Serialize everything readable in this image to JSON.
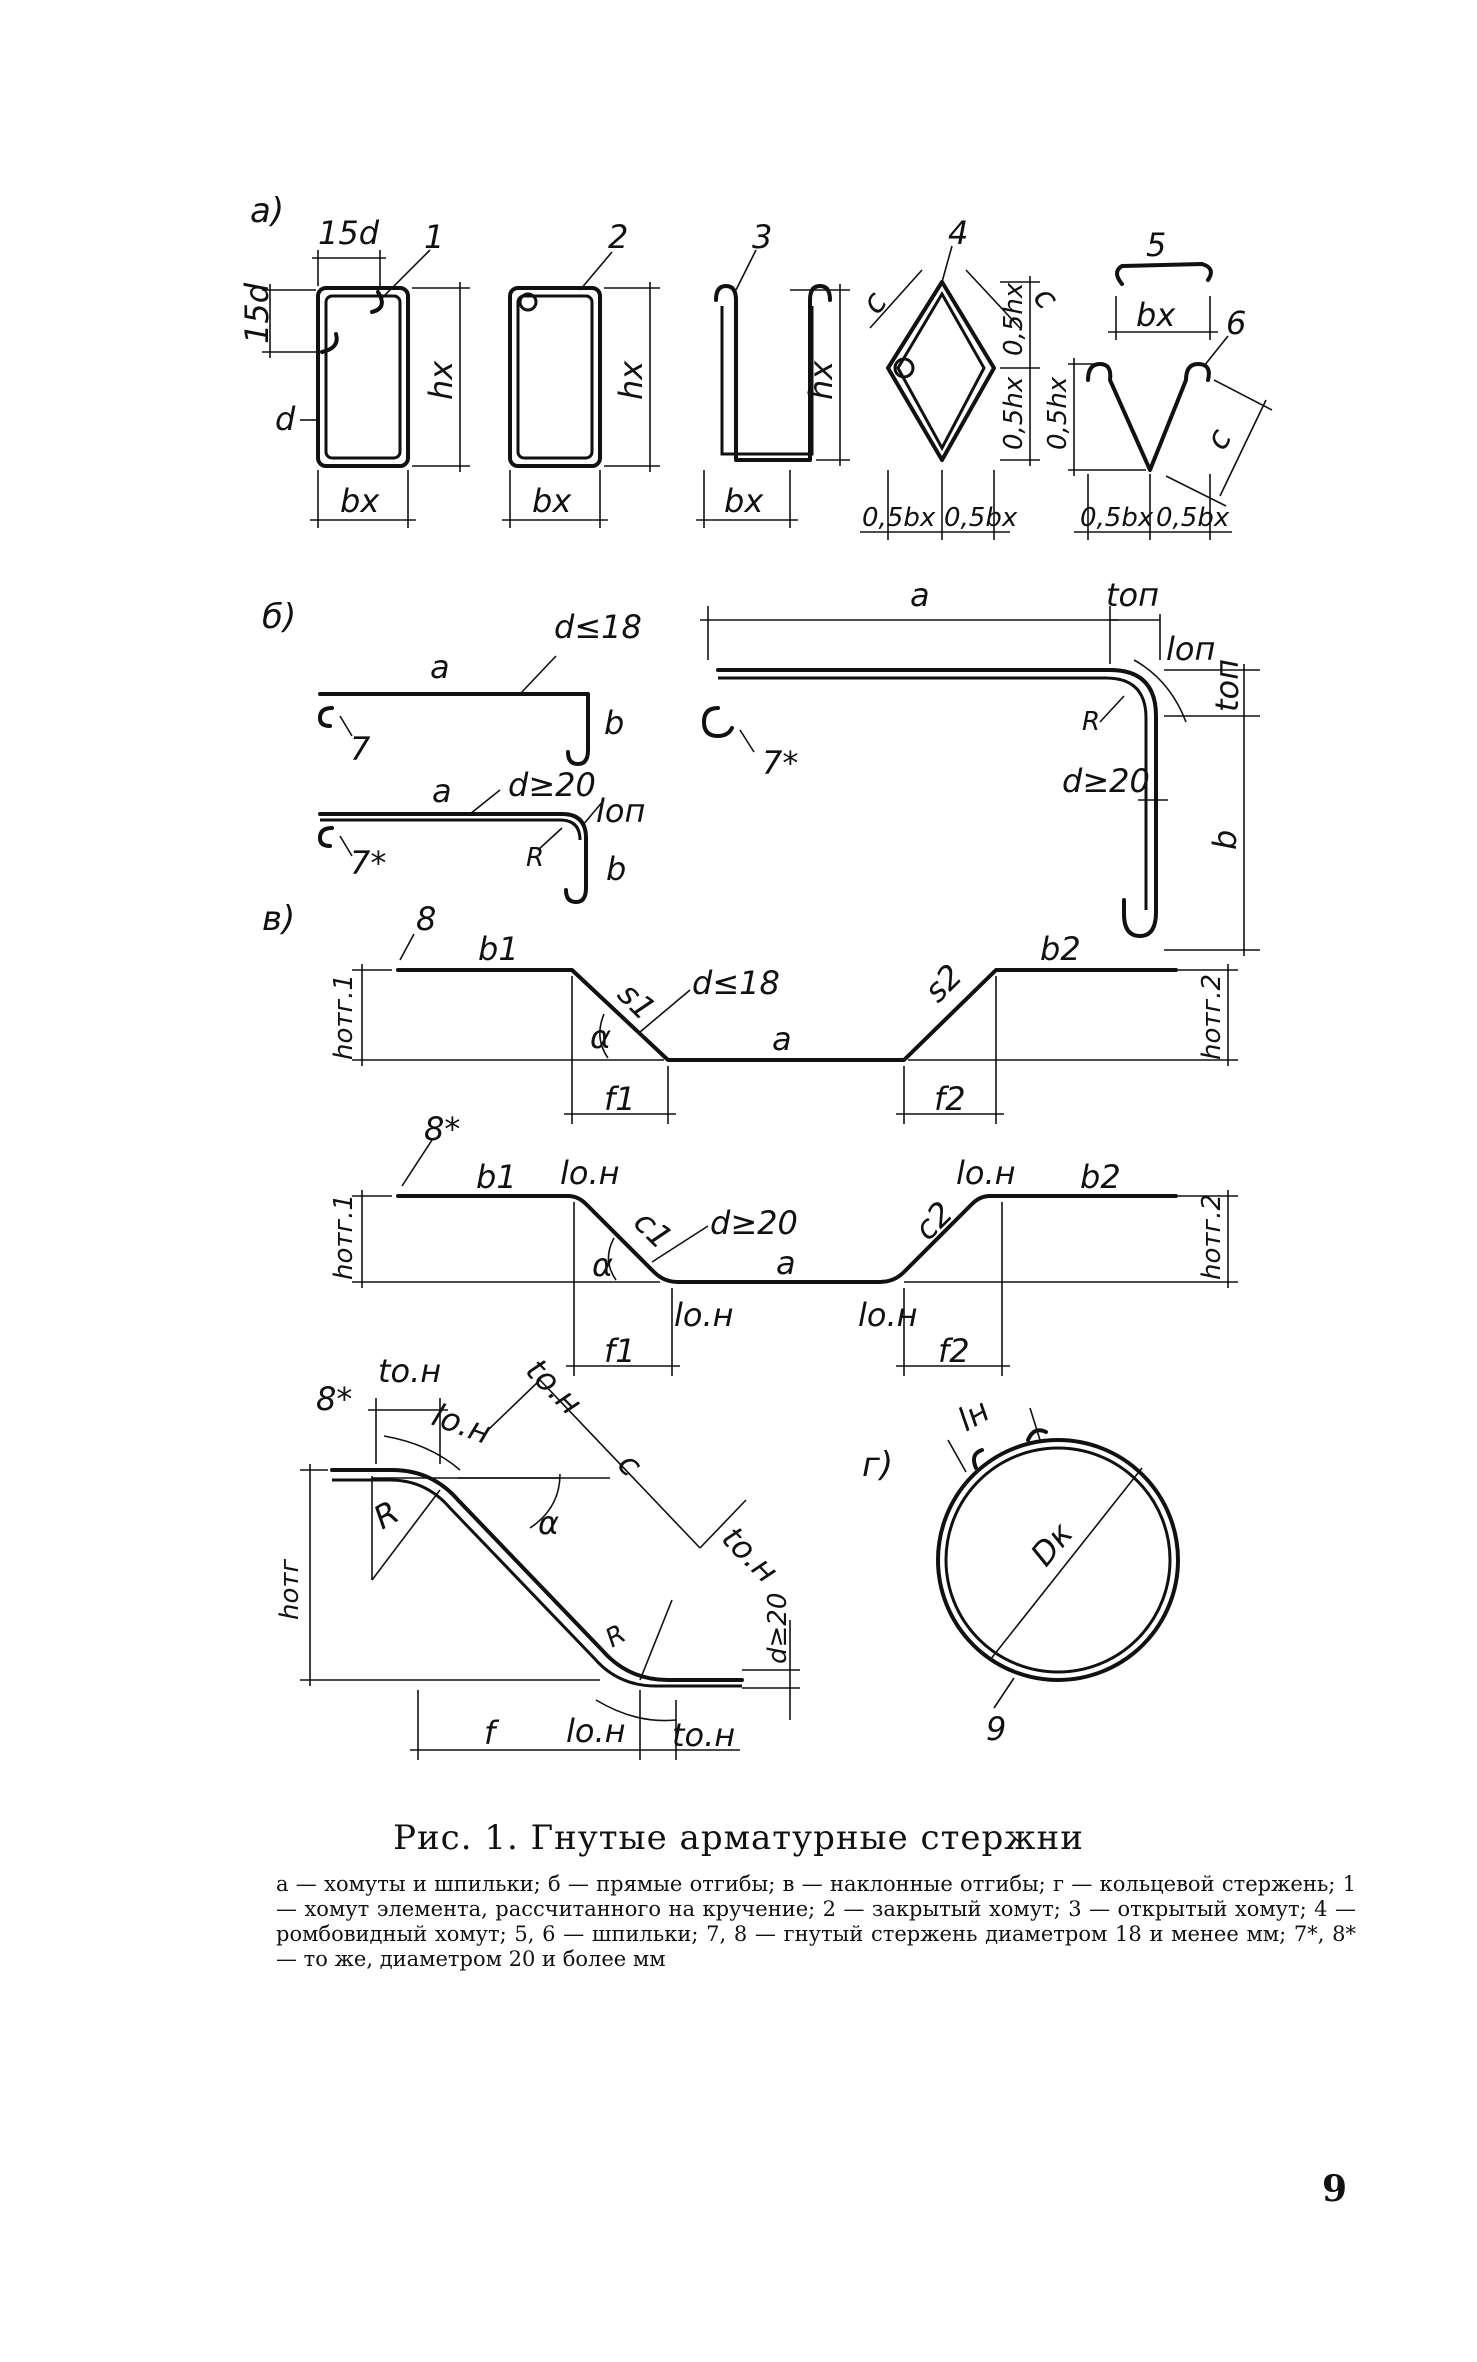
{
  "figure": {
    "panels": {
      "a": "а)",
      "b": "б)",
      "v": "в)",
      "g": "г)"
    },
    "labels": {
      "d15": "15d",
      "d": "d",
      "hx": "hx",
      "bx": "bx",
      "c": "c",
      "h05": "0,5hx",
      "b05": "0,5bx",
      "a": "a",
      "b": "b",
      "d18": "d≤18",
      "d20": "d≥20",
      "lon": "lоп",
      "ton": "tоп",
      "R": "R",
      "b1": "b1",
      "b2": "b2",
      "s1": "s1",
      "s2": "s2",
      "c1": "c1",
      "c2": "c2",
      "f": "f",
      "f1": "f1",
      "f2": "f2",
      "alpha": "α",
      "hotg1": "hотг.1",
      "hotg2": "hотг.2",
      "hotg": "hотг",
      "loh": "lо.н",
      "toh": "tо.н",
      "ln": "lн",
      "Dk": "Dк"
    },
    "numbers": [
      "1",
      "2",
      "3",
      "4",
      "5",
      "6",
      "7",
      "7*",
      "8",
      "8*",
      "9"
    ]
  },
  "caption": {
    "title": "Рис. 1. Гнутые арматурные стержни",
    "body": "а — хомуты и шпильки; б — прямые отгибы; в — наклонные отгибы; г — кольцевой стержень; 1 — хомут элемента, рассчитанного на кручение; 2 — закрытый хомут; 3 — открытый хомут; 4 — ромбовидный хомут; 5, 6 — шпильки; 7, 8 — гнутый стержень диаметром 18 и менее мм; 7*, 8* — то же, диаметром 20 и более мм"
  },
  "page_number": "9"
}
